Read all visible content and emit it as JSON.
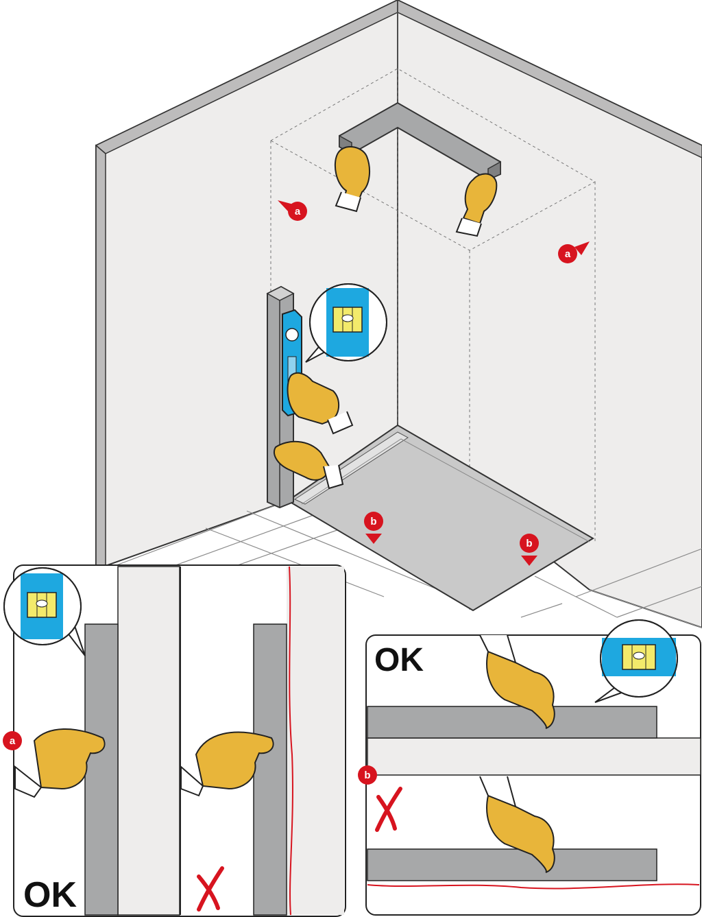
{
  "markers": {
    "a": "a",
    "b": "b"
  },
  "labels": {
    "ok": "OK",
    "not_ok": "✗"
  },
  "colors": {
    "wall": "#eeedec",
    "wall_edge": "#bdbcbc",
    "floor_line": "#777777",
    "profile": "#a7a8a9",
    "level_blue": "#1ea8e0",
    "bubble_yellow": "#f3ea6b",
    "glove": "#e8b53a",
    "marker_red": "#d7141f",
    "deviation_red": "#d7141f",
    "panel_border": "#222222"
  },
  "icons": {
    "level": "spirit-level-icon",
    "glove": "gloved-hand-icon",
    "cross": "cross-mark-icon"
  }
}
